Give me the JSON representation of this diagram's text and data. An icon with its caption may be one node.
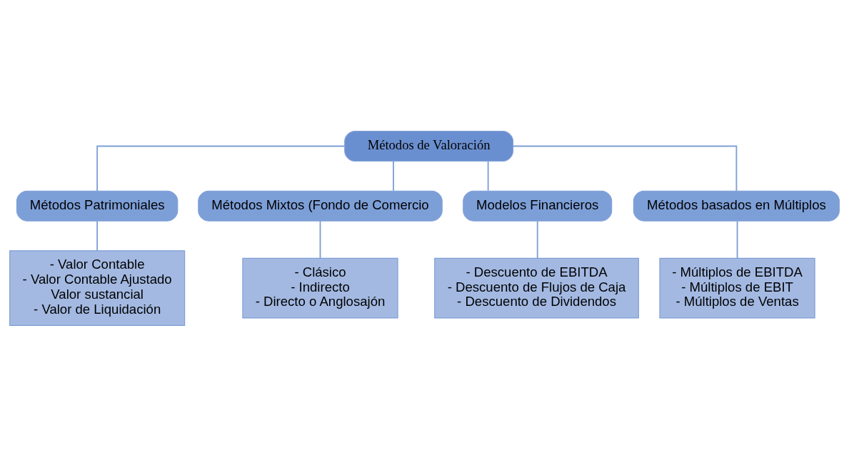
{
  "diagram": {
    "nodes": [
      {
        "text": [
          "Métodos de Valoración"
        ]
      },
      {
        "text": [
          "Métodos Patrimoniales"
        ]
      },
      {
        "text": [
          "Métodos Mixtos (Fondo de Comercio"
        ]
      },
      {
        "text": [
          "Modelos Financieros"
        ]
      },
      {
        "text": [
          "Métodos basados en Múltiplos"
        ]
      },
      {
        "text": [
          "- Valor Contable",
          "- Valor Contable Ajustado",
          "Valor sustancial",
          "- Valor de Liquidación"
        ]
      },
      {
        "text": [
          "- Clásico",
          "- Indirecto",
          "- Directo o Anglosajón"
        ]
      },
      {
        "text": [
          "- Descuento de EBITDA",
          "- Descuento de Flujos de Caja",
          "- Descuento de Dividendos"
        ]
      },
      {
        "text": [
          "- Múltiplos de EBITDA",
          "- Múltiplos de EBIT",
          "- Múltiplos de Ventas"
        ]
      }
    ],
    "edges": [
      {
        "from": 0,
        "to": 1,
        "arrow": "none"
      },
      {
        "from": 0,
        "to": 2,
        "arrow": "none"
      },
      {
        "from": 0,
        "to": 3,
        "arrow": "none"
      },
      {
        "from": 0,
        "to": 4,
        "arrow": "none"
      },
      {
        "from": 1,
        "to": 5,
        "arrow": "none"
      },
      {
        "from": 2,
        "to": 6,
        "arrow": "none"
      },
      {
        "from": 3,
        "to": 7,
        "arrow": "none"
      },
      {
        "from": 4,
        "to": 8,
        "arrow": "none"
      }
    ]
  }
}
